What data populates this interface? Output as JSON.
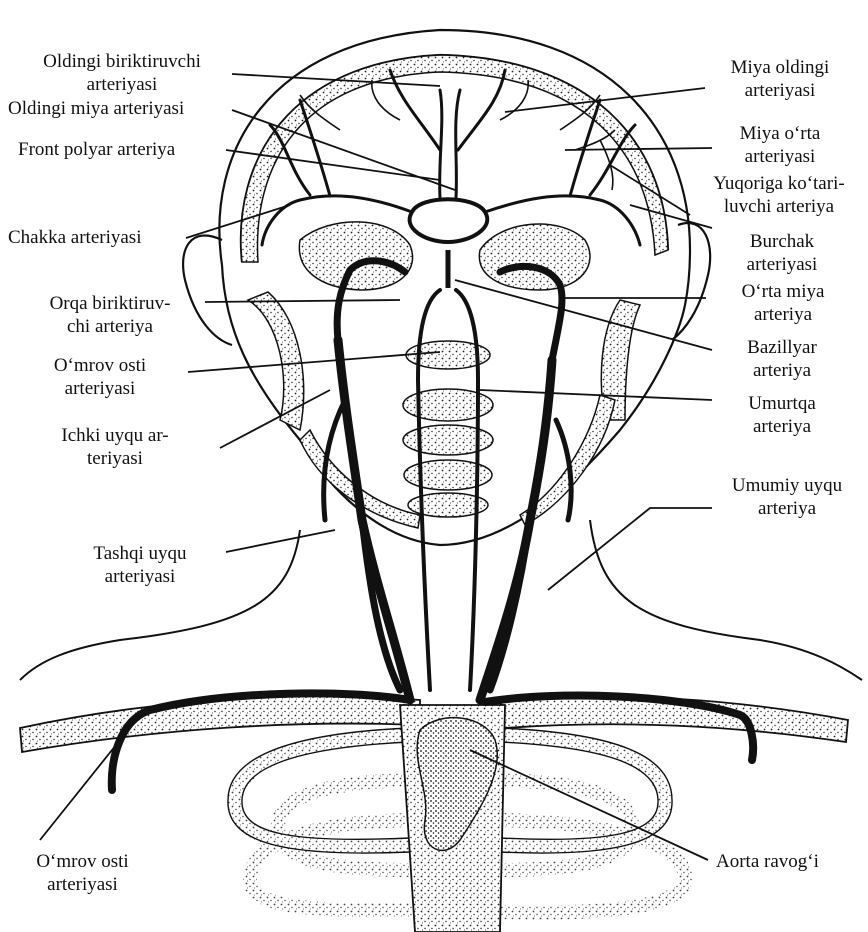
{
  "labels": {
    "oldingi_biriktiruvchi": [
      "Oldingi biriktiruvchi",
      "arteriyasi"
    ],
    "oldingi_miya": [
      "Oldingi miya arteriyasi"
    ],
    "front_polyar": [
      "Front polyar arteriya"
    ],
    "chakka": [
      "Chakka arteriyasi"
    ],
    "orqa_biriktiruvchi": [
      "Orqa biriktiruv-",
      "chi arteriya"
    ],
    "omrov_osti_upper": [
      "O‘mrov osti",
      "arteriyasi"
    ],
    "ichki_uyqu": [
      "Ichki uyqu ar-",
      "teriyasi"
    ],
    "tashqi_uyqu": [
      "Tashqi uyqu",
      "arteriyasi"
    ],
    "omrov_osti_lower": [
      "O‘mrov osti",
      "arteriyasi"
    ],
    "miya_oldingi": [
      "Miya oldingi",
      "arteriyasi"
    ],
    "miya_orta": [
      "Miya o‘rta",
      "arteriyasi"
    ],
    "yuqoriga": [
      "Yuqoriga ko‘tari-",
      "luvchi arteriya"
    ],
    "burchak": [
      "Burchak",
      "arteriyasi"
    ],
    "orta_miya": [
      "O‘rta miya",
      "arteriya"
    ],
    "bazillyar": [
      "Bazillyar",
      "arteriya"
    ],
    "umurtqa": [
      "Umurtqa",
      "arteriya"
    ],
    "umumiy_uyqu": [
      "Umumiy uyqu",
      "arteriya"
    ],
    "aorta": [
      "Aorta ravog‘i"
    ]
  }
}
